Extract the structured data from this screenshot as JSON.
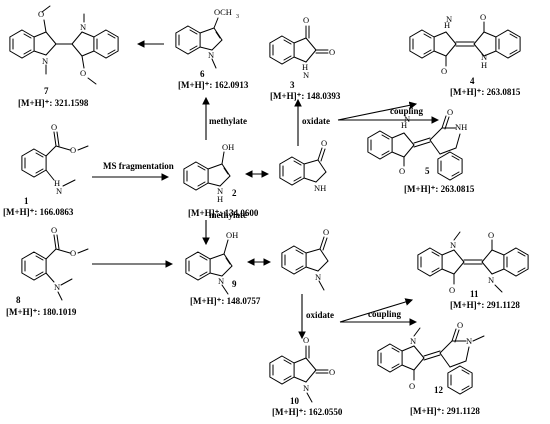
{
  "compounds": [
    {
      "num": "1",
      "mass": "[M+H]⁺: 166.0863"
    },
    {
      "num": "2",
      "mass": "[M+H]⁺: 134.0600"
    },
    {
      "num": "3",
      "mass": "[M+H]⁺: 148.0393"
    },
    {
      "num": "4",
      "mass": "[M+H]⁺: 263.0815"
    },
    {
      "num": "5",
      "mass": "[M+H]⁺: 263.0815"
    },
    {
      "num": "6",
      "mass": "[M+H]⁺: 162.0913"
    },
    {
      "num": "7",
      "mass": "[M+H]⁺: 321.1598"
    },
    {
      "num": "8",
      "mass": "[M+H]⁺: 180.1019"
    },
    {
      "num": "9",
      "mass": "[M+H]⁺: 148.0757"
    },
    {
      "num": "10",
      "mass": "[M+H]⁺: 162.0550"
    },
    {
      "num": "11",
      "mass": "[M+H]⁺: 291.1128"
    },
    {
      "num": "12",
      "mass": "[M+H]⁺: 291.1128"
    }
  ],
  "arrows": {
    "ms_fragmentation": "MS fragmentation",
    "methylate_top": "methylate",
    "oxidate_top": "oxidate",
    "coupling_top": "coupling",
    "methylate_mid": "methylate",
    "oxidate_bottom": "oxidate",
    "coupling_bottom": "coupling"
  },
  "atoms": {
    "oh": "OH",
    "o": "O",
    "nh": "NH",
    "n": "N",
    "h": "H",
    "och3": "OCH",
    "three": "3"
  }
}
